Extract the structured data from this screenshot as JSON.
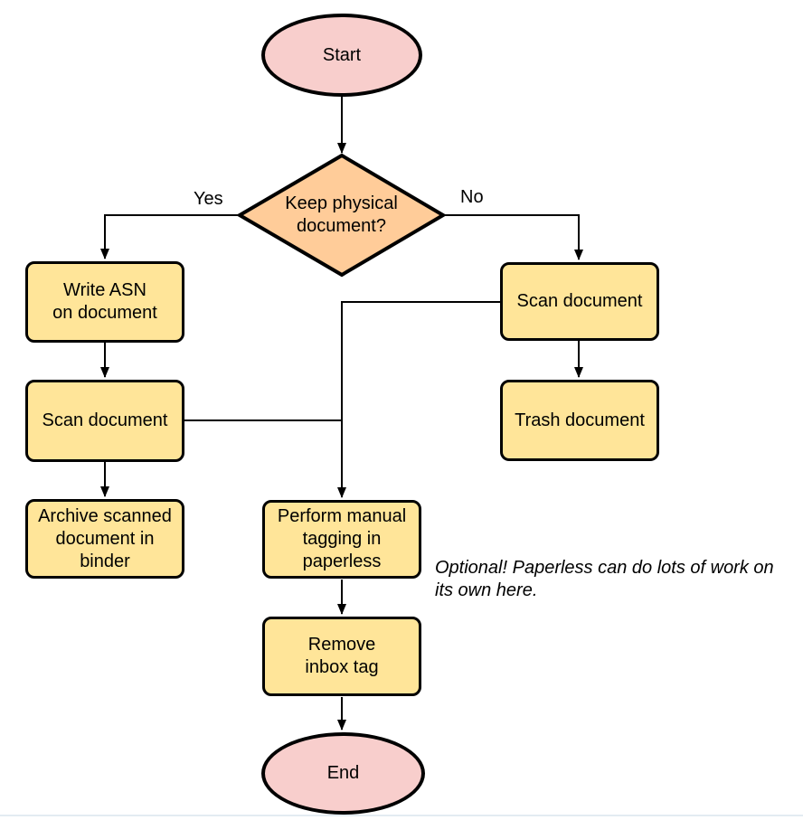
{
  "nodes": {
    "start": {
      "label": "Start"
    },
    "decision": {
      "label": "Keep physical\ndocument?"
    },
    "write_asn": {
      "label": "Write ASN\non document"
    },
    "scan_left": {
      "label": "Scan document"
    },
    "archive": {
      "label": "Archive scanned\ndocument in\nbinder"
    },
    "scan_right": {
      "label": "Scan document"
    },
    "trash": {
      "label": "Trash document"
    },
    "tagging": {
      "label": "Perform manual\ntagging in\npaperless"
    },
    "remove_inbox": {
      "label": "Remove\ninbox tag"
    },
    "end": {
      "label": "End"
    }
  },
  "edge_labels": {
    "yes": "Yes",
    "no": "No"
  },
  "note": "Optional! Paperless can do lots of work on\nits own here.",
  "colors": {
    "terminal_fill": "#f8cecc",
    "decision_fill": "#ffcc99",
    "process_fill": "#ffe599",
    "stroke": "#000000",
    "background": "#ffffff",
    "divider": "#e3ecf2"
  }
}
